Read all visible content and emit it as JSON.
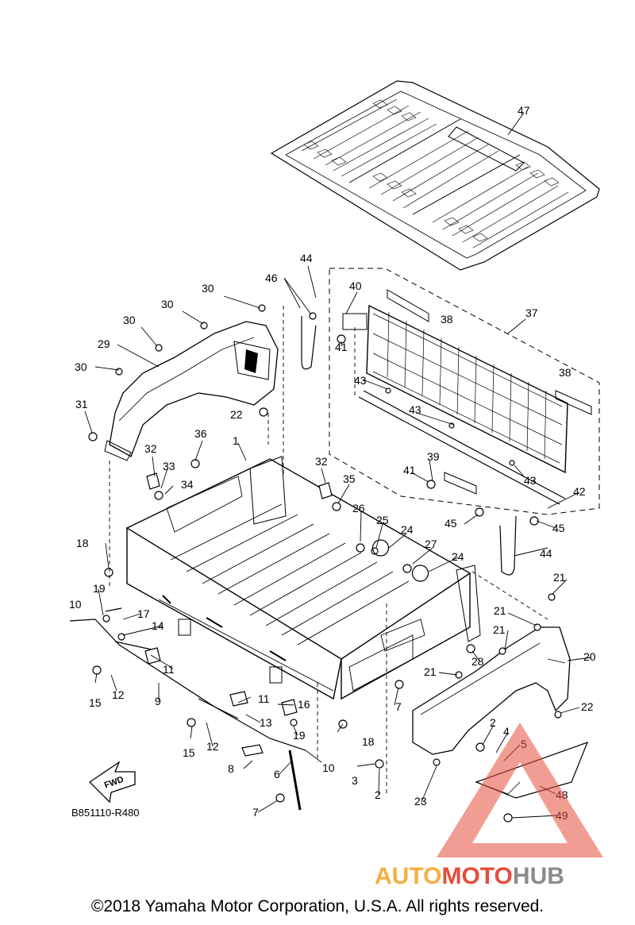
{
  "diagram": {
    "doc_code": "B851110-R480",
    "fwd_label": "FWD",
    "callouts": [
      "1",
      "2",
      "2",
      "3",
      "4",
      "5",
      "6",
      "7",
      "7",
      "8",
      "9",
      "10",
      "10",
      "11",
      "11",
      "12",
      "12",
      "13",
      "14",
      "15",
      "15",
      "16",
      "17",
      "18",
      "18",
      "19",
      "19",
      "20",
      "21",
      "21",
      "21",
      "21",
      "22",
      "22",
      "23",
      "24",
      "24",
      "25",
      "26",
      "27",
      "28",
      "29",
      "30",
      "30",
      "30",
      "30",
      "31",
      "32",
      "32",
      "33",
      "34",
      "35",
      "36",
      "37",
      "38",
      "38",
      "39",
      "40",
      "41",
      "41",
      "42",
      "43",
      "43",
      "43",
      "44",
      "44",
      "45",
      "45",
      "46",
      "47",
      "48",
      "49"
    ]
  },
  "watermark": {
    "part1": "AUTO",
    "part2": "MOTO",
    "part3": "HUB",
    "color_orange": "#f5b041",
    "color_red": "#e74c3c",
    "color_gray": "#8c8c8c"
  },
  "footer": {
    "copyright": "©2018 Yamaha Motor Corporation, U.S.A. All rights reserved."
  }
}
